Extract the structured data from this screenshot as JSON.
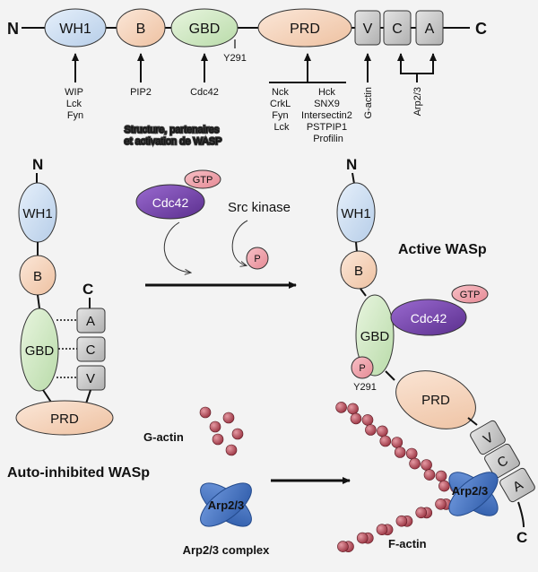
{
  "domain_overview": {
    "n_terminal": "N",
    "c_terminal": "C",
    "domains": {
      "wh1": "WH1",
      "b": "B",
      "gbd": "GBD",
      "prd": "PRD",
      "v": "V",
      "c": "C",
      "a": "A"
    },
    "site": "Y291",
    "partners": {
      "wh1": [
        "WIP",
        "Lck",
        "Fyn"
      ],
      "b": [
        "PIP2"
      ],
      "gbd": [
        "Cdc42"
      ],
      "prd_left": [
        "Nck",
        "CrkL",
        "Fyn",
        "Lck"
      ],
      "prd_right": [
        "Hck",
        "SNX9",
        "Intersectin2",
        "PSTPIP1",
        "Profilin"
      ],
      "v": "G-actin",
      "ca": "Arp2/3"
    }
  },
  "caption": [
    "Structure, partenaires",
    "et activation de WASP"
  ],
  "activation": {
    "cdc42": "Cdc42",
    "gtp": "GTP",
    "src_kinase": "Src kinase",
    "phospho": "P"
  },
  "inhibited": {
    "n": "N",
    "c": "C",
    "wh1": "WH1",
    "b": "B",
    "gbd": "GBD",
    "a": "A",
    "c_dom": "C",
    "v": "V",
    "prd": "PRD",
    "label": "Auto-inhibited WASp"
  },
  "active": {
    "n": "N",
    "c": "C",
    "wh1": "WH1",
    "b": "B",
    "gbd": "GBD",
    "cdc42": "Cdc42",
    "gtp": "GTP",
    "p": "P",
    "y291": "Y291",
    "prd": "PRD",
    "v": "V",
    "c_dom": "C",
    "a": "A",
    "arp": "Arp2/3",
    "label": "Active WASp",
    "factin": "F-actin"
  },
  "lower": {
    "gactin": "G-actin",
    "arp": "Arp2/3",
    "arp_complex": "Arp2/3 complex"
  },
  "colors": {
    "blue": "#c9dcf0",
    "peach": "#f4d4bc",
    "green": "#cfe8c2",
    "gray": "#c8c8c8",
    "purple": "#7a4ab0",
    "pink": "#ef9aa4",
    "actin": "#b04b58",
    "arp": "#3f6fbe"
  }
}
